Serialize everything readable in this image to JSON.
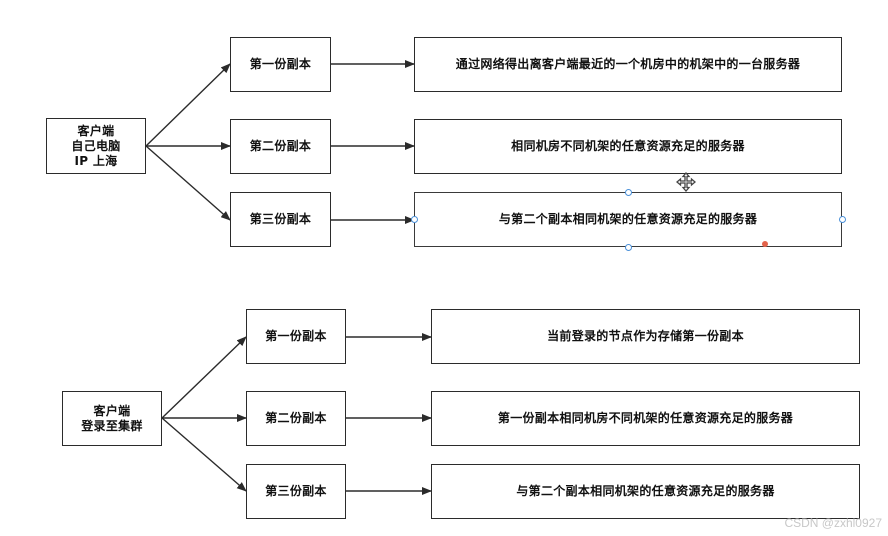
{
  "group1": {
    "client_label": "客户端\n自己电脑\nIP 上海",
    "replicas": [
      "第一份副本",
      "第二份副本",
      "第三份副本"
    ],
    "targets": [
      "通过网络得出离客户端最近的一个机房中的机架中的一台服务器",
      "相同机房不同机架的任意资源充足的服务器",
      "与第二个副本相同机架的任意资源充足的服务器"
    ]
  },
  "group2": {
    "client_label": "客户端\n登录至集群",
    "replicas": [
      "第一份副本",
      "第二份副本",
      "第三份副本"
    ],
    "targets": [
      "当前登录的节点作为存储第一份副本",
      "第一份副本相同机房不同机架的任意资源充足的服务器",
      "与第二个副本相同机架的任意资源充足的服务器"
    ]
  },
  "watermark": "CSDN @zxhl0927",
  "colors": {
    "stroke": "#2b2b2b",
    "handle": "#4a90d9",
    "handle_accent": "#e2624a",
    "watermark": "#c8c8c8"
  }
}
